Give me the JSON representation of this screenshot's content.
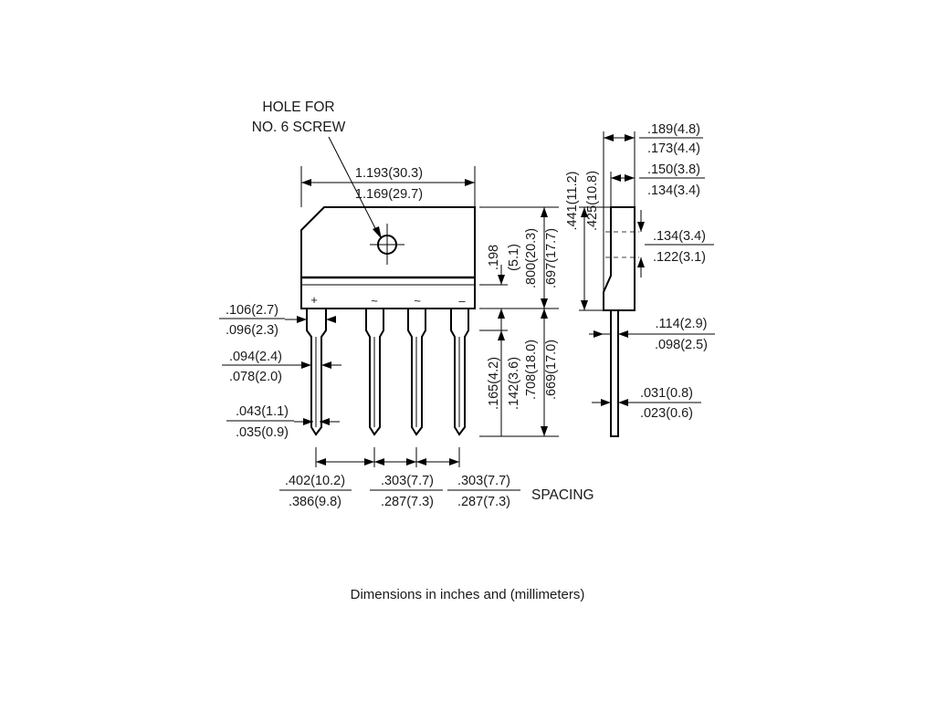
{
  "hole_label": [
    "HOLE FOR",
    "NO. 6 SCREW"
  ],
  "spacing_label": "SPACING",
  "caption": "Dimensions in inches and (millimeters)",
  "pin_symbols": [
    "+",
    "~",
    "~",
    "–"
  ],
  "dimensions": {
    "body_width": [
      ".1.193(30.3)",
      "1.169(29.7)"
    ],
    "tab_height": [
      ".198",
      "(5.1)"
    ],
    "body_height": [
      ".800(20.3)",
      ".697(17.7)"
    ],
    "pin_shoulder_height": [
      ".165(4.2)",
      ".142(3.6)"
    ],
    "lead_length": [
      ".708(18.0)",
      ".669(17.0)"
    ],
    "pin_shoulder_width": [
      ".106(2.7)",
      ".096(2.3)"
    ],
    "pin_width": [
      ".094(2.4)",
      ".078(2.0)"
    ],
    "pin_tip": [
      ".043(1.1)",
      ".035(0.9)"
    ],
    "spacing_1": [
      ".402(10.2)",
      ".386(9.8)"
    ],
    "spacing_2": [
      ".303(7.7)",
      ".287(7.3)"
    ],
    "spacing_3": [
      ".303(7.7)",
      ".287(7.3)"
    ],
    "side_thickness": [
      ".189(4.8)",
      ".173(4.4)"
    ],
    "side_step": [
      ".150(3.8)",
      ".134(3.4)"
    ],
    "side_height": [
      ".441(11.2)",
      ".425(10.8)"
    ],
    "hole_diameter": [
      ".134(3.4)",
      ".122(3.1)"
    ],
    "lead_offset": [
      ".114(2.9)",
      ".098(2.5)"
    ],
    "lead_thickness": [
      ".031(0.8)",
      ".023(0.6)"
    ]
  }
}
